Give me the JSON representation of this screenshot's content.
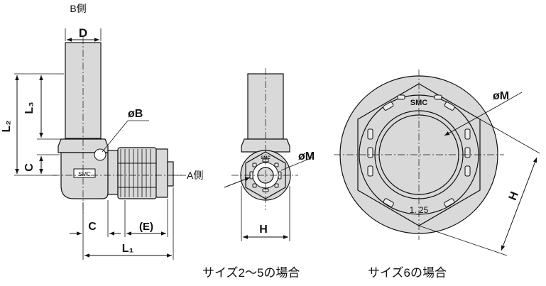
{
  "labels": {
    "b_side": "B側",
    "a_side": "A側",
    "d": "D",
    "phi_b": "øB",
    "l2": "L₂",
    "l3": "L₃",
    "c_vertical": "C",
    "c_horizontal": "C",
    "e_paren": "(E)",
    "l1": "L₁",
    "h_small": "H",
    "phi_m_small": "øM",
    "phi_m_large": "øM",
    "h_large": "H",
    "brand_small": "SMC",
    "brand_large": "SMC",
    "size_mark": "1. 25"
  },
  "captions": {
    "sizes_2_5": "サイズ2〜5の場合",
    "size_6": "サイズ6の場合"
  }
}
